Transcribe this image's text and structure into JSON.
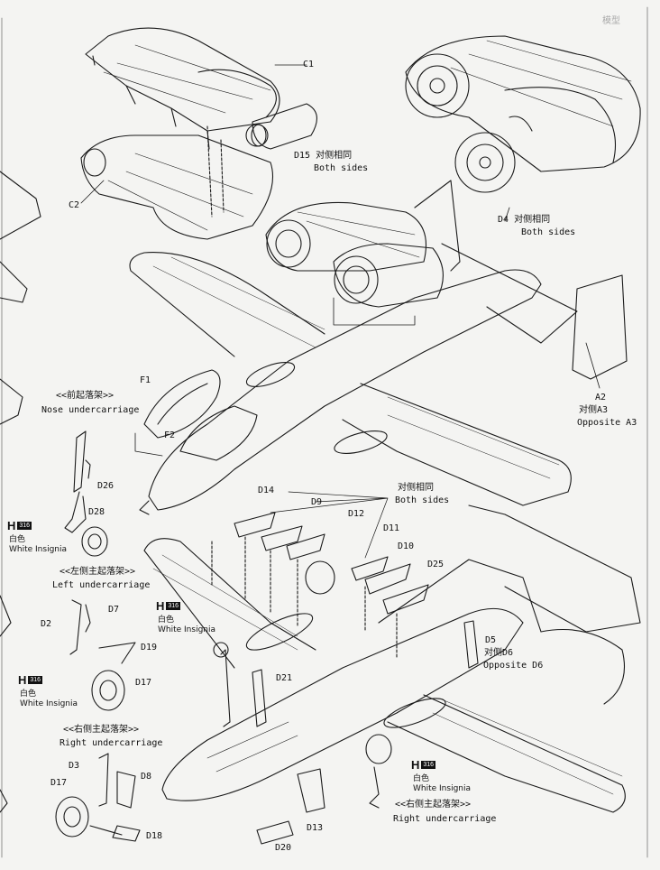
{
  "corner_mark": "模型",
  "labels": {
    "c1": "C1",
    "c2": "C2",
    "d15": "D15",
    "d15_cn": "对侧相同",
    "d15_en": "Both sides",
    "d4": "D4",
    "d4_cn": "对侧相同",
    "d4_en": "Both sides",
    "a2": "A2",
    "a2_cn": "对侧A3",
    "a2_en": "Opposite A3",
    "f1": "F1",
    "f2": "F2",
    "nose_cn": "<<前起落架>>",
    "nose_en": "Nose undercarriage",
    "d26": "D26",
    "d28": "D28",
    "d14": "D14",
    "d9": "D9",
    "d12": "D12",
    "d11": "D11",
    "d10": "D10",
    "d25": "D25",
    "pylons_cn": "对侧相同",
    "pylons_en": "Both sides",
    "left_cn": "<<左侧主起落架>>",
    "left_en": "Left undercarriage",
    "d2": "D2",
    "d7": "D7",
    "d19": "D19",
    "d17a": "D17",
    "d21": "D21",
    "d5": "D5",
    "d5_cn": "对侧D6",
    "d5_en": "Opposite D6",
    "right_cn": "<<右侧主起落架>>",
    "right_en": "Right undercarriage",
    "d3": "D3",
    "d8": "D8",
    "d17b": "D17",
    "d18": "D18",
    "d13": "D13",
    "d20": "D20",
    "right2_cn": "<<右侧主起落架>>",
    "right2_en": "Right undercarriage"
  },
  "paint": {
    "code": "H",
    "numbers": "316",
    "cn": "白色",
    "en": "White Insignia"
  },
  "colors": {
    "line": "#1a1a1a",
    "paper": "#f4f4f2"
  }
}
